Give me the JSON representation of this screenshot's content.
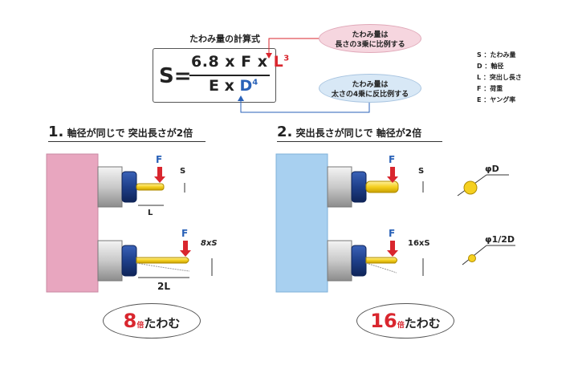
{
  "formula": {
    "title": "たわみ量の計算式",
    "lhs": "S",
    "equals": "=",
    "numerator_prefix": "6.8 x F x ",
    "numerator_var": "L",
    "numerator_exp": "3",
    "denominator_prefix": "E x ",
    "denominator_var": "D",
    "denominator_exp": "4"
  },
  "bubbles": {
    "proportional_line1": "たわみ量は",
    "proportional_line2": "長さの3乗に比例する",
    "inverse_line1": "たわみ量は",
    "inverse_line2": "太さの4乗に反比例する"
  },
  "legend": [
    "S ：たわみ量",
    "D ：軸径",
    "L ：突出し長さ",
    "F ：荷重",
    "E ：ヤング率"
  ],
  "sections": [
    {
      "number": "1.",
      "title": "軸径が同じで 突出長さが2倍",
      "force": "F",
      "deflect_top": "S",
      "length_top": "L",
      "deflect_bottom": "8xS",
      "length_bottom": "2L",
      "result_number": "8",
      "result_unit": "倍",
      "result_text": "たわむ"
    },
    {
      "number": "2.",
      "title": "突出長さが同じで 軸径が2倍",
      "force": "F",
      "deflect_top": "S",
      "diameter_top": "φD",
      "deflect_bottom": "16xS",
      "diameter_bottom": "φ1/2D",
      "result_number": "16",
      "result_unit": "倍",
      "result_text": "たわむ"
    }
  ],
  "colors": {
    "accent_red": "#d9262e",
    "accent_blue": "#2a62b8",
    "block_pink": "#e8a6bf",
    "block_blue": "#a8d0f0",
    "tool_yellow": "#f5d020",
    "collet_blue": "#1e3f8a"
  }
}
